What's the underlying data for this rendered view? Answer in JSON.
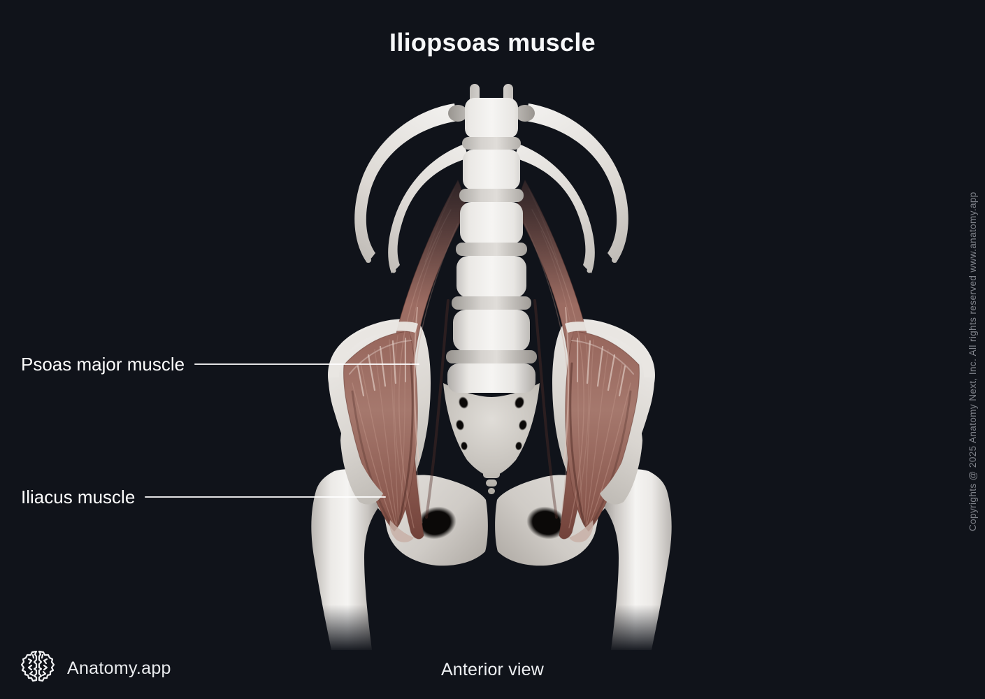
{
  "page": {
    "title": "Iliopsoas muscle",
    "view_caption": "Anterior view"
  },
  "annotation_labels": [
    {
      "text": "Psoas major muscle"
    },
    {
      "text": "Iliacus muscle"
    }
  ],
  "branding": {
    "app_name": "Anatomy.app",
    "logo_icon": "brain-icon"
  },
  "copyright_notice": "Copyrights @ 2025 Anatomy Next, Inc. All rights reserved www.anatomy.app",
  "illustration": {
    "subject": "Anterior view of lumbar spine, pelvis and proximal femurs showing the iliopsoas muscle",
    "structures_shown": [
      "Psoas major muscle",
      "Iliacus muscle",
      "Lumbar vertebrae",
      "Floating ribs",
      "Ilium",
      "Sacrum",
      "Coccyx",
      "Pubis",
      "Femur"
    ],
    "colors": {
      "background": "#10131a",
      "muscle": "#9a6a60",
      "muscle_highlight": "#cba79c",
      "bone": "#eceae7",
      "bone_shadow": "#a39e98",
      "label_text": "#fdfdfd",
      "muted_text": "#7f828a"
    }
  }
}
